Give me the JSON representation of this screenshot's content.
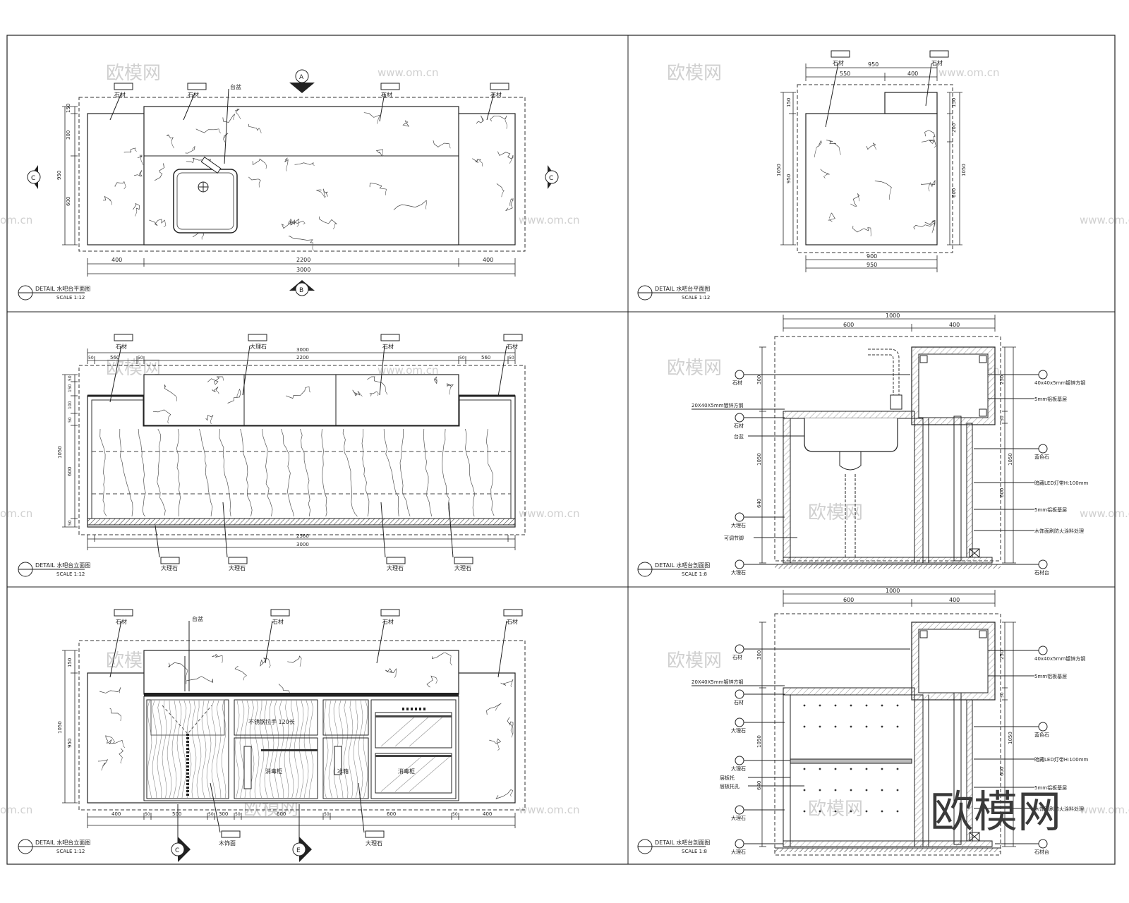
{
  "watermark": {
    "brand": "欧模网",
    "url": "www.om.cn",
    "url_short": "om.cn"
  },
  "panels": [
    {
      "id": "detail-1",
      "title": "DETAIL 水吧台平面图",
      "scale": "SCALE 1:12",
      "dims_bottom": [
        "400",
        "2200",
        "400",
        "3000"
      ],
      "dims_left": [
        "150",
        "300",
        "950",
        "600"
      ],
      "callouts": [
        "石材",
        "石材",
        "石材",
        "石材",
        "台盆"
      ],
      "section_marks": [
        "A",
        "B",
        "C",
        "C"
      ]
    },
    {
      "id": "detail-2",
      "title": "DETAIL 水吧台平面图",
      "scale": "SCALE 1:12",
      "dims_top": [
        "950",
        "550",
        "400"
      ],
      "dims_bottom": [
        "900",
        "950"
      ],
      "dims_left": [
        "150",
        "950",
        "1050"
      ],
      "dims_right": [
        "150",
        "200",
        "600",
        "1050"
      ],
      "callouts": [
        "石材",
        "石材"
      ]
    },
    {
      "id": "detail-3",
      "title": "DETAIL 水吧台立面图",
      "scale": "SCALE 1:12",
      "dims_top": [
        "50",
        "560",
        "50",
        "2200",
        "50",
        "560",
        "50",
        "3000"
      ],
      "dims_bottom": [
        "2560",
        "3000"
      ],
      "dims_left": [
        "50",
        "150",
        "100",
        "50",
        "1050",
        "600",
        "50"
      ],
      "callouts_top": [
        "石材",
        "大理石",
        "石材",
        "石材"
      ],
      "callouts_bottom": [
        "大理石",
        "大理石",
        "大理石",
        "大理石"
      ]
    },
    {
      "id": "detail-4",
      "title": "DETAIL 水吧台剖面图",
      "scale": "SCALE 1:8",
      "dims_top": [
        "1000",
        "600",
        "400"
      ],
      "dims_left": [
        "300",
        "1050",
        "640"
      ],
      "dims_right": [
        "250",
        "50",
        "1050",
        "600"
      ],
      "labels_left": [
        "石材",
        "20X40X5mm镀锌方钢",
        "石材",
        "台盆",
        "大理石",
        "可调节脚",
        "大理石"
      ],
      "labels_right": [
        "40x40x5mm镀锌方钢",
        "5mm铝板基层",
        "蓝色石",
        "暗藏LED灯带H:100mm",
        "5mm铝板基层",
        "木饰面刷防火涂料处理",
        "石材台"
      ]
    },
    {
      "id": "detail-5",
      "title": "DETAIL 水吧台立面图",
      "scale": "SCALE 1:12",
      "dims_bottom": [
        "400",
        "50",
        "500",
        "50",
        "300",
        "50",
        "600",
        "50",
        "600",
        "50",
        "400"
      ],
      "dims_left": [
        "150",
        "1050",
        "950"
      ],
      "callouts_top": [
        "石材",
        "台盆",
        "石材",
        "石材",
        "石材"
      ],
      "callouts_bottom": [
        "木饰面",
        "大理石"
      ],
      "cabinet_labels": [
        "消毒柜",
        "不锈钢拉手 120长",
        "冰箱",
        "消毒柜"
      ],
      "section_marks": [
        "C",
        "E"
      ]
    },
    {
      "id": "detail-6",
      "title": "DETAIL 水吧台剖面图",
      "scale": "SCALE 1:8",
      "dims_top": [
        "1000",
        "600",
        "400"
      ],
      "dims_left": [
        "300",
        "1050",
        "640"
      ],
      "dims_right": [
        "250",
        "50",
        "1050",
        "600"
      ],
      "labels_left": [
        "石材",
        "20X40X5mm镀锌方钢",
        "石材",
        "大理石",
        "大理石",
        "层板托",
        "层板托孔",
        "大理石",
        "大理石"
      ],
      "labels_right": [
        "40x40x5mm镀锌方钢",
        "5mm铝板基层",
        "蓝色石",
        "暗藏LED灯带H:100mm",
        "5mm铝板基层",
        "木饰面刷防火涂料处理",
        "石材台"
      ]
    }
  ]
}
